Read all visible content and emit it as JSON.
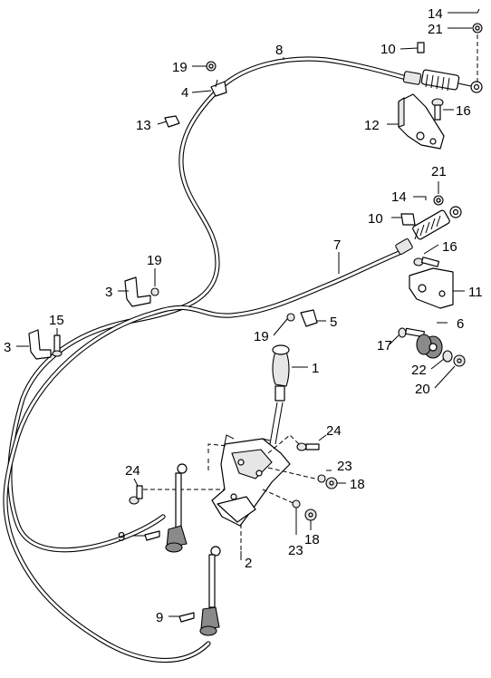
{
  "callouts": {
    "c1": "1",
    "c2": "2",
    "c3a": "3",
    "c3b": "3",
    "c4": "4",
    "c5": "5",
    "c6": "6",
    "c7": "7",
    "c8": "8",
    "c9a": "9",
    "c9b": "9",
    "c10a": "10",
    "c10b": "10",
    "c11": "11",
    "c12": "12",
    "c13": "13",
    "c14a": "14",
    "c14b": "14",
    "c15": "15",
    "c16a": "16",
    "c16b": "16",
    "c17": "17",
    "c18a": "18",
    "c18b": "18",
    "c19a": "19",
    "c19b": "19",
    "c19c": "19",
    "c20": "20",
    "c21a": "21",
    "c21b": "21",
    "c22": "22",
    "c23a": "23",
    "c23b": "23",
    "c24a": "24",
    "c24b": "24"
  }
}
